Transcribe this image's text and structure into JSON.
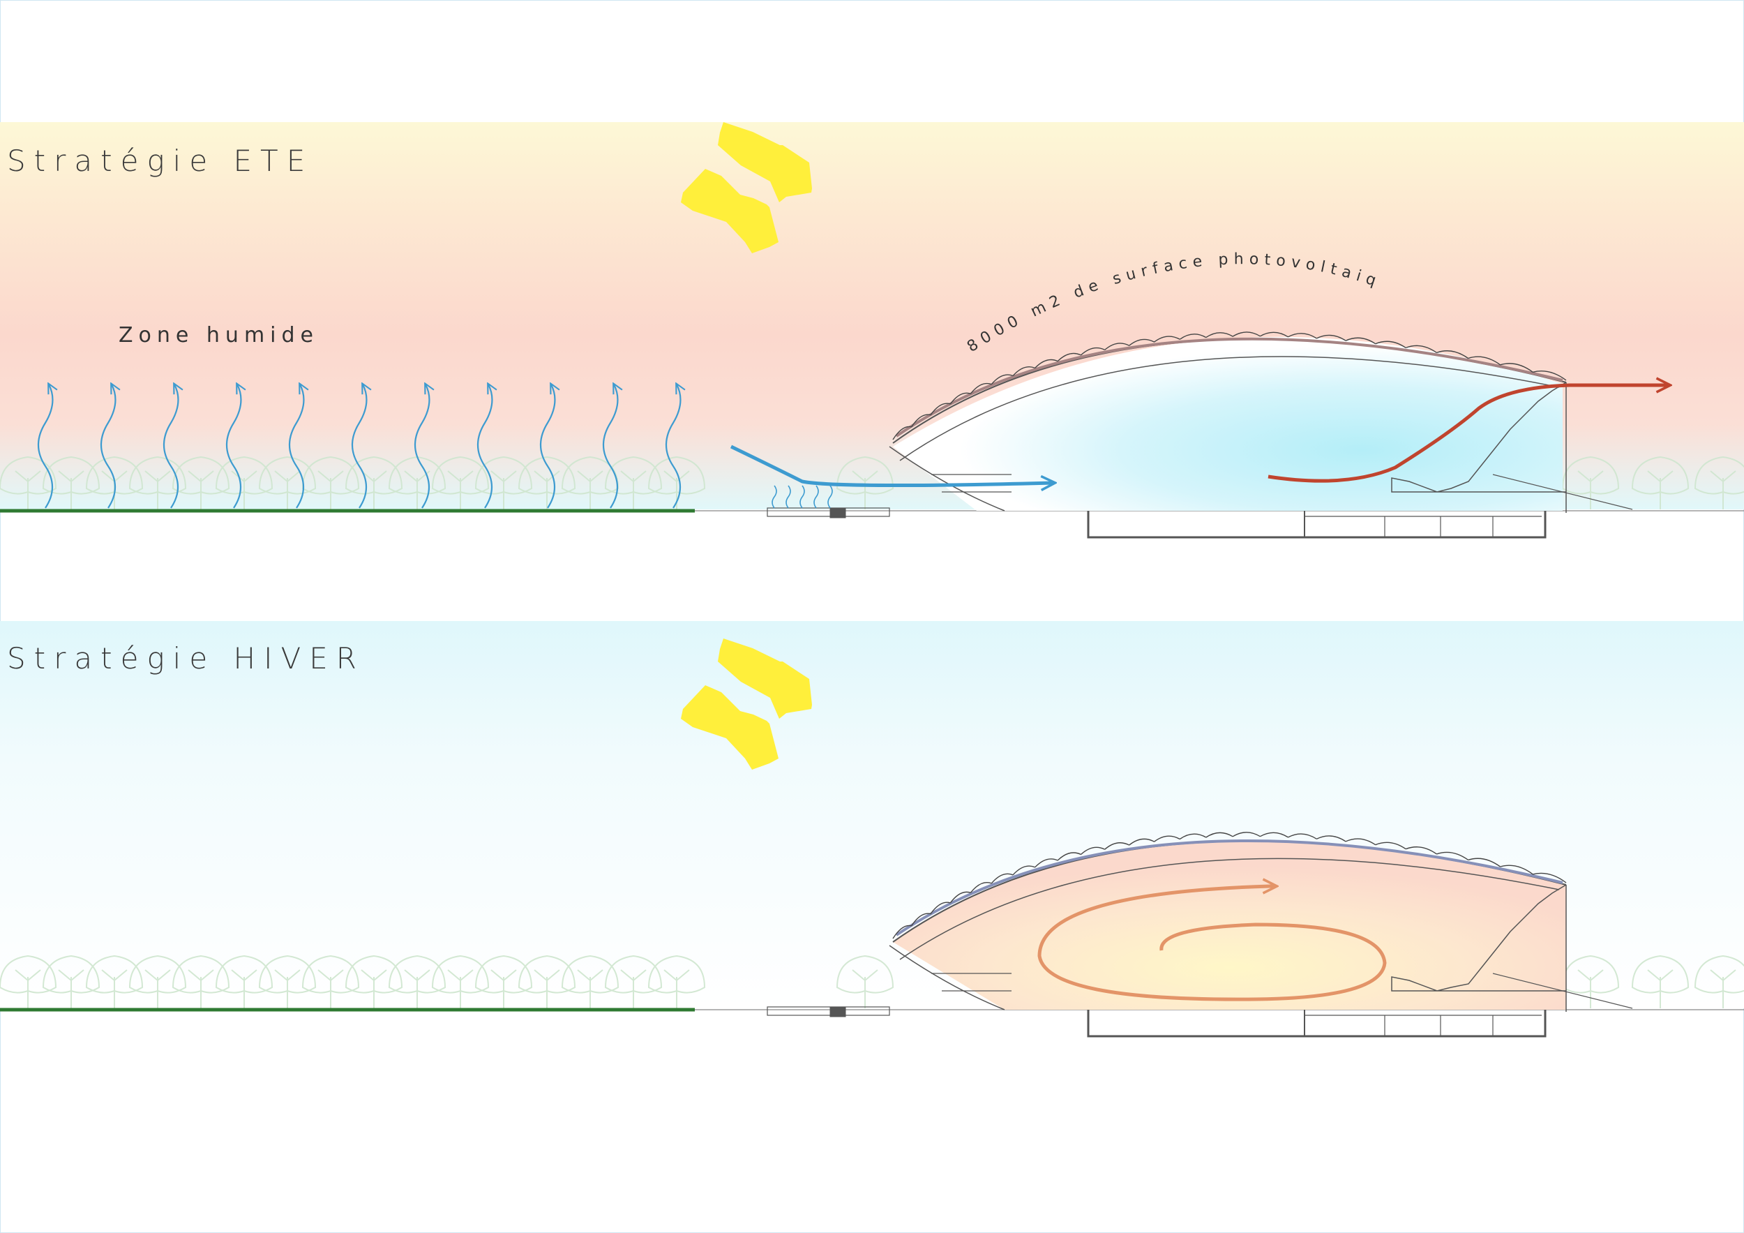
{
  "summer": {
    "title": "Stratégie ETE",
    "zone_label": "Zone humide",
    "roof_label": "8000 m2 de surface photovoltaique",
    "sky_colors": [
      "#fdf8d6",
      "#fde3d0",
      "#fbd8cd",
      "#fbdad2",
      "#e1f8fa"
    ],
    "cool_air_color": "#3d9bd0",
    "warm_air_color": "#c0442e"
  },
  "winter": {
    "title": "Stratégie HIVER",
    "sky_colors": [
      "#e0f7fb",
      "#f0fbfd",
      "#ffffff"
    ],
    "warm_air_color": "#e39468"
  },
  "colors": {
    "sun": "#ffef3b",
    "ground_green": "#2f7a32",
    "tree": "#cfe6cf",
    "structure": "#555555",
    "roof_band": "#8d6b6b"
  }
}
